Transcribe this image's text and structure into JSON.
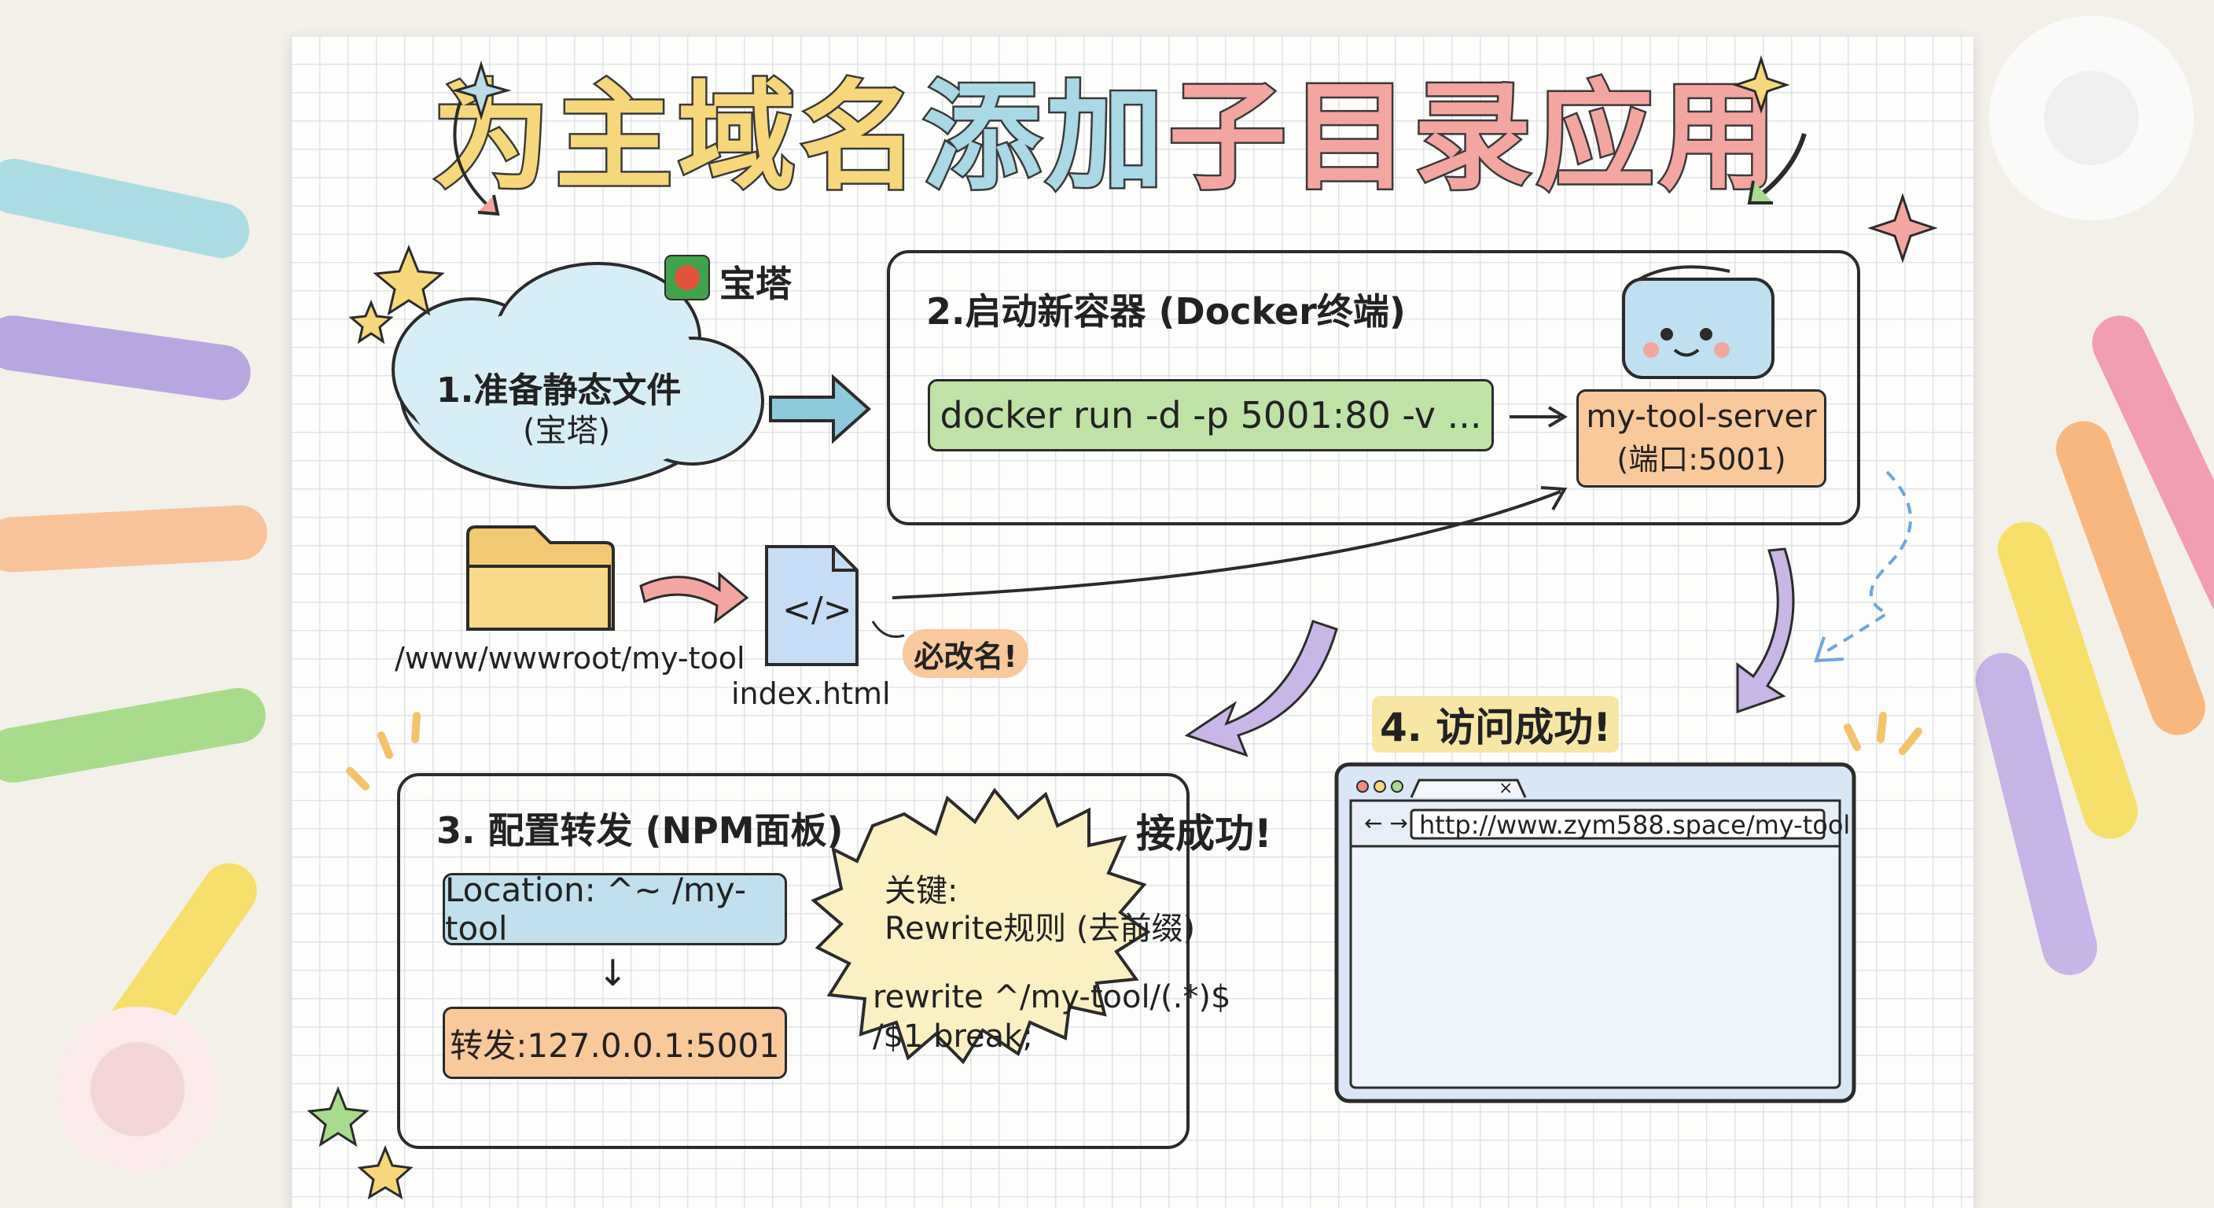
{
  "title": {
    "part1": "为主域名",
    "part2": "添加",
    "part3": "子目录应用"
  },
  "step1": {
    "heading": "1.准备静态文件",
    "sub": "(宝塔)",
    "brand": "宝塔",
    "folder_path": "/www/wwwroot/my-tool",
    "file_name": "index.html",
    "file_glyph": "</>",
    "rename_note": "必改名!"
  },
  "step2": {
    "heading": "2.启动新容器 (Docker终端)",
    "command": "docker run -d -p 5001:80 -v ...",
    "server_name": "my-tool-server",
    "server_port": "(端口:5001)"
  },
  "step3": {
    "heading": "3. 配置转发 (NPM面板)",
    "location": "Location: ^~ /my-tool",
    "arrow": "↓",
    "forward": "转发:127.0.0.1:5001",
    "burst_title": "关键:",
    "burst_rule": "Rewrite规则 (去前缀)",
    "burst_code1": "rewrite ^/my-tool/(.*)$",
    "burst_code2": "/$1 break;",
    "success": "接成功!"
  },
  "step4": {
    "heading": "4. 访问成功!",
    "url": "http://www.zym588.space/my-tool",
    "nav": "← →",
    "tab_close": "×"
  },
  "colors": {
    "yellow": "#f6d77c",
    "blue": "#a9d8e6",
    "pink": "#f3a6a0",
    "green": "#bfe3a7",
    "orange": "#f8c99b",
    "purple": "#c8b6e6"
  }
}
